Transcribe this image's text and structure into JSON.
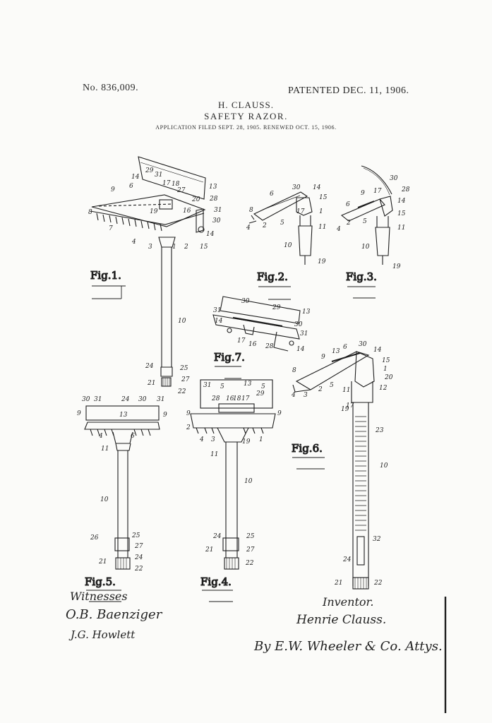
{
  "header": {
    "patent_number": "No. 836,009.",
    "patent_date": "PATENTED DEC. 11, 1906.",
    "inventor_name": "H. CLAUSS.",
    "title": "SAFETY RAZOR.",
    "application": "APPLICATION FILED SEPT. 28, 1905. RENEWED OCT. 15, 1906."
  },
  "figures": {
    "fig1": "Fig.1.",
    "fig2": "Fig.2.",
    "fig3": "Fig.3.",
    "fig4": "Fig.4.",
    "fig5": "Fig.5.",
    "fig6": "Fig.6.",
    "fig7": "Fig.7."
  },
  "reference_numerals": {
    "fig1": [
      "29",
      "31",
      "14",
      "6",
      "17",
      "18",
      "27",
      "20",
      "13",
      "28",
      "9",
      "8",
      "31",
      "30",
      "19",
      "16",
      "7",
      "4",
      "2",
      "15",
      "14",
      "1",
      "3",
      "10",
      "24",
      "25",
      "21",
      "27",
      "22"
    ],
    "fig2": [
      "30",
      "14",
      "6",
      "15",
      "8",
      "1",
      "4",
      "2",
      "5",
      "17",
      "11",
      "10",
      "19"
    ],
    "fig3": [
      "30",
      "17",
      "28",
      "9",
      "14",
      "6",
      "15",
      "4",
      "2",
      "5",
      "11",
      "10",
      "19"
    ],
    "fig4": [
      "31",
      "5",
      "13",
      "5",
      "29",
      "9",
      "28",
      "16",
      "18",
      "17",
      "9",
      "2",
      "4",
      "3",
      "19",
      "1",
      "11",
      "10",
      "24",
      "25",
      "21",
      "27",
      "22"
    ],
    "fig5": [
      "30",
      "31",
      "24",
      "30",
      "31",
      "9",
      "13",
      "9",
      "4",
      "6",
      "11",
      "10",
      "26",
      "25",
      "27",
      "24",
      "21",
      "22"
    ],
    "fig6": [
      "9",
      "13",
      "6",
      "30",
      "14",
      "8",
      "15",
      "1",
      "20",
      "4",
      "3",
      "2",
      "5",
      "11",
      "12",
      "17",
      "19",
      "23",
      "10",
      "32",
      "24",
      "21",
      "22"
    ],
    "fig7": [
      "30",
      "29",
      "13",
      "31",
      "14",
      "30",
      "31",
      "17",
      "16",
      "28",
      "14"
    ]
  },
  "signatures": {
    "witnesses_label": "Witnesses",
    "witness_1": "O.B. Baenziger",
    "witness_2": "J.G. Howlett",
    "inventor_label": "Inventor.",
    "inventor_signature": "Henrie Clauss.",
    "attorneys": "By E.W. Wheeler & Co. Attys."
  }
}
